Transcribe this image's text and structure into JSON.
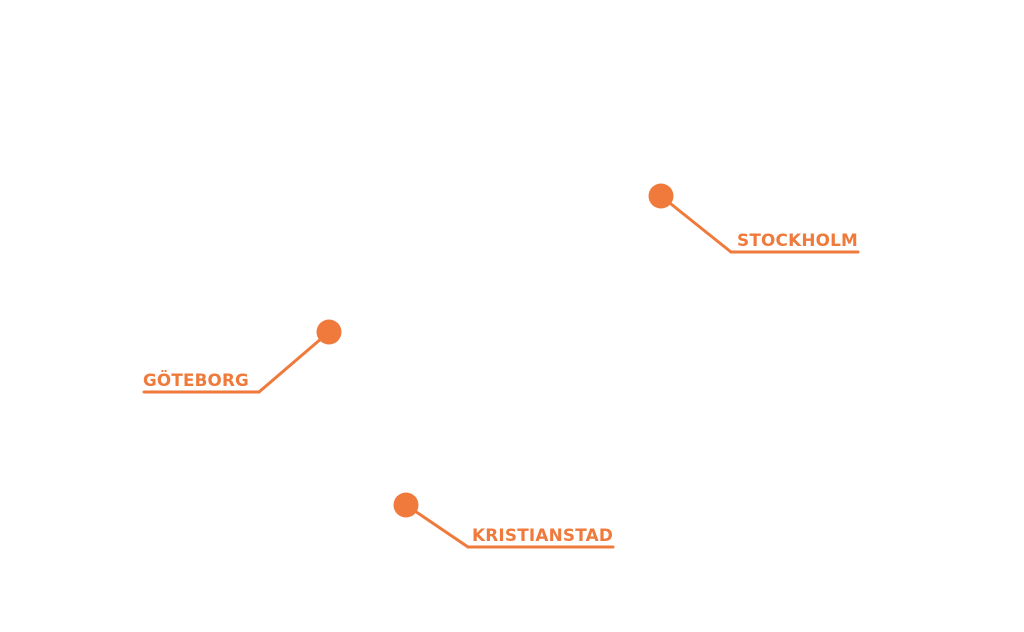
{
  "colors": {
    "accent": "#ef7a3b",
    "background": "#ffffff"
  },
  "markers": [
    {
      "id": "stockholm",
      "name": "STOCKHOLM"
    },
    {
      "id": "goteborg",
      "name": "GÖTEBORG"
    },
    {
      "id": "kristianstad",
      "name": "KRISTIANSTAD"
    }
  ]
}
